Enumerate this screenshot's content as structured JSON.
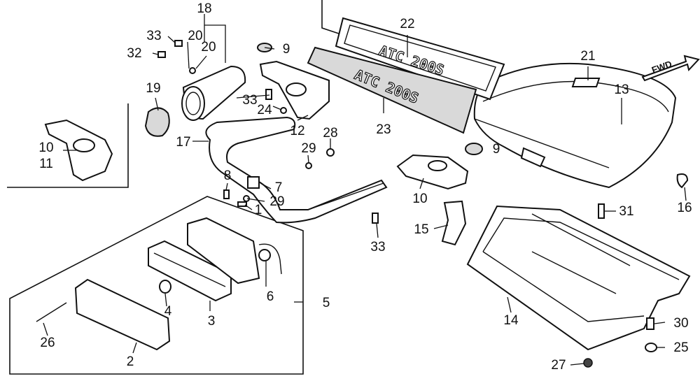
{
  "callouts": {
    "c1": "1",
    "c2": "2",
    "c3": "3",
    "c4": "4",
    "c5": "5",
    "c6": "6",
    "c7": "7",
    "c8": "8",
    "c9a": "9",
    "c9b": "9",
    "c10a": "10",
    "c10b": "10",
    "c11": "11",
    "c12": "12",
    "c13": "13",
    "c14": "14",
    "c15": "15",
    "c16": "16",
    "c17": "17",
    "c18": "18",
    "c19": "19",
    "c20a": "20",
    "c20b": "20",
    "c21": "21",
    "c22": "22",
    "c23": "23",
    "c24": "24",
    "c25": "25",
    "c26": "26",
    "c27": "27",
    "c28": "28",
    "c29a": "29",
    "c29b": "29",
    "c30": "30",
    "c31": "31",
    "c32": "32",
    "c33a": "33",
    "c33b": "33",
    "c33c": "33"
  },
  "emblem_text": "ATC 200S",
  "direction_marker": "FWD"
}
